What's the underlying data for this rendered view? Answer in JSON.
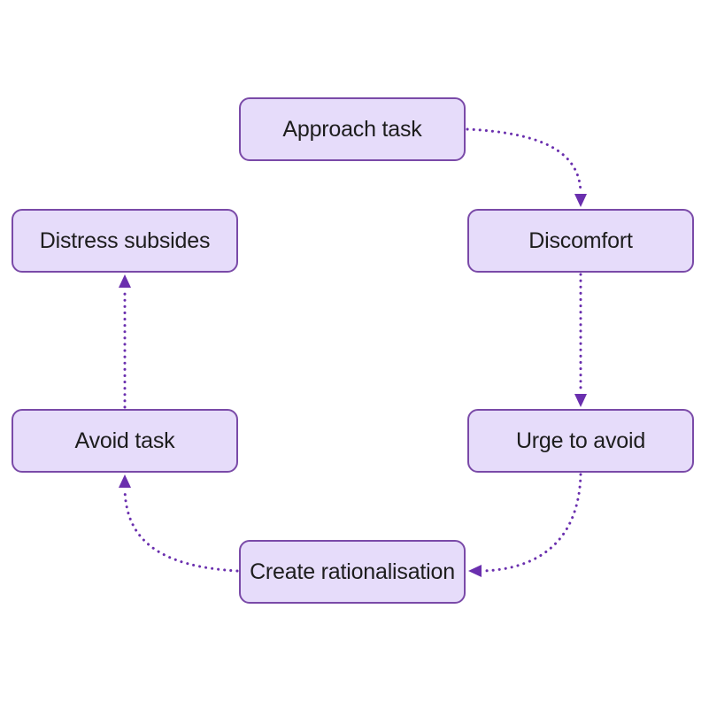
{
  "diagram": {
    "nodes": {
      "approach": "Approach task",
      "discomfort": "Discomfort",
      "urge": "Urge to avoid",
      "create": "Create rationalisation",
      "avoid": "Avoid task",
      "distress": "Distress subsides"
    },
    "edges": [
      {
        "from": "approach",
        "to": "discomfort",
        "style": "dotted"
      },
      {
        "from": "discomfort",
        "to": "urge",
        "style": "dotted"
      },
      {
        "from": "urge",
        "to": "create",
        "style": "dotted"
      },
      {
        "from": "create",
        "to": "avoid",
        "style": "dotted"
      },
      {
        "from": "avoid",
        "to": "distress",
        "style": "dotted"
      }
    ],
    "colors": {
      "node_fill": "#e6dcfa",
      "node_border": "#7a4aa8",
      "edge": "#6a2fae",
      "text": "#1d1d1d"
    }
  }
}
